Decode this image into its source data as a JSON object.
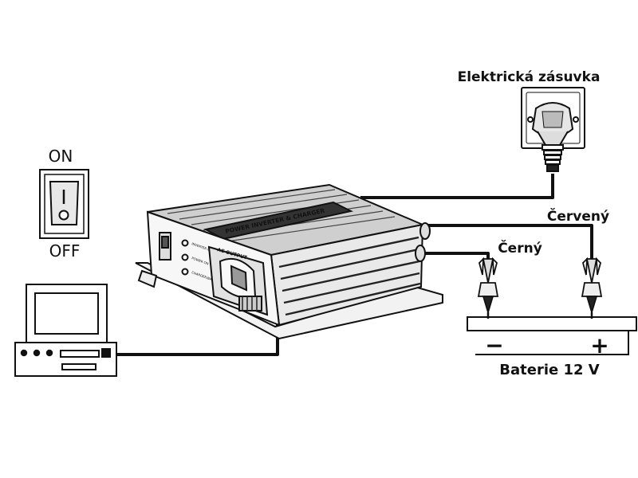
{
  "labels": {
    "socket": "Elektrická zásuvka",
    "switch_on": "ON",
    "switch_off": "OFF",
    "red_wire": "Červený",
    "black_wire": "Černý",
    "battery": "Baterie 12 V",
    "battery_minus": "−",
    "battery_plus": "+"
  },
  "device": {
    "top_label": "POWER INVERTER & CHARGER",
    "output_label": "AC OUTPUT",
    "indicator_labels": [
      "INVERTER INPUT",
      "POWER ON",
      "CHARGER/BATTERY CHARGED"
    ]
  },
  "colors": {
    "line": "#111111",
    "background": "#ffffff"
  },
  "icons": [
    "power-switch-icon",
    "wall-socket-icon",
    "plug-icon",
    "computer-icon",
    "battery-clamp-icon"
  ]
}
